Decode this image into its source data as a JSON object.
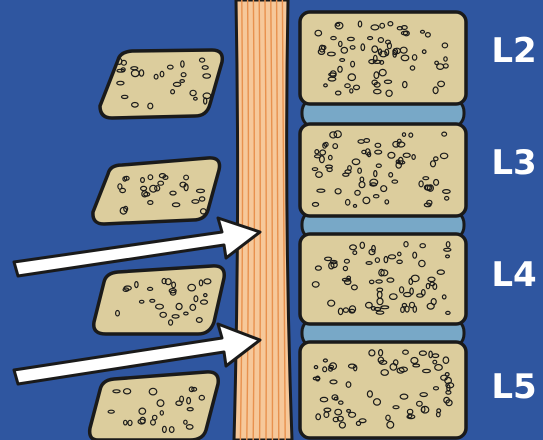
{
  "labels": {
    "l2": "L2",
    "l3": "L3",
    "l4": "L4",
    "l5": "L5"
  },
  "colors": {
    "background": "#2f56a0",
    "bone": "#dccd9d",
    "disc": "#78a8c7",
    "cord": "#f6c89a",
    "cord_lines": "#e8914e",
    "outline": "#1a1a1a",
    "arrow": "#ffffff"
  },
  "arrows_count": 2
}
